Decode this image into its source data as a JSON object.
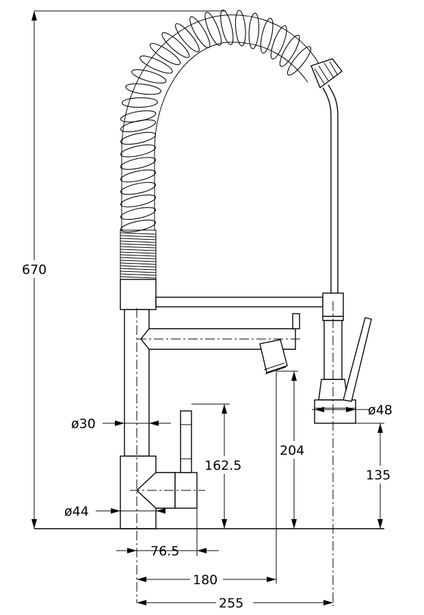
{
  "dimensions": {
    "total_height": "670",
    "hose_diameter": "ø30",
    "base_diameter": "ø44",
    "handle_offset": "76.5",
    "handle_height": "162.5",
    "spout_height": "204",
    "spout_reach": "180",
    "total_reach": "255",
    "holder_height": "135",
    "holder_diameter": "ø48"
  }
}
